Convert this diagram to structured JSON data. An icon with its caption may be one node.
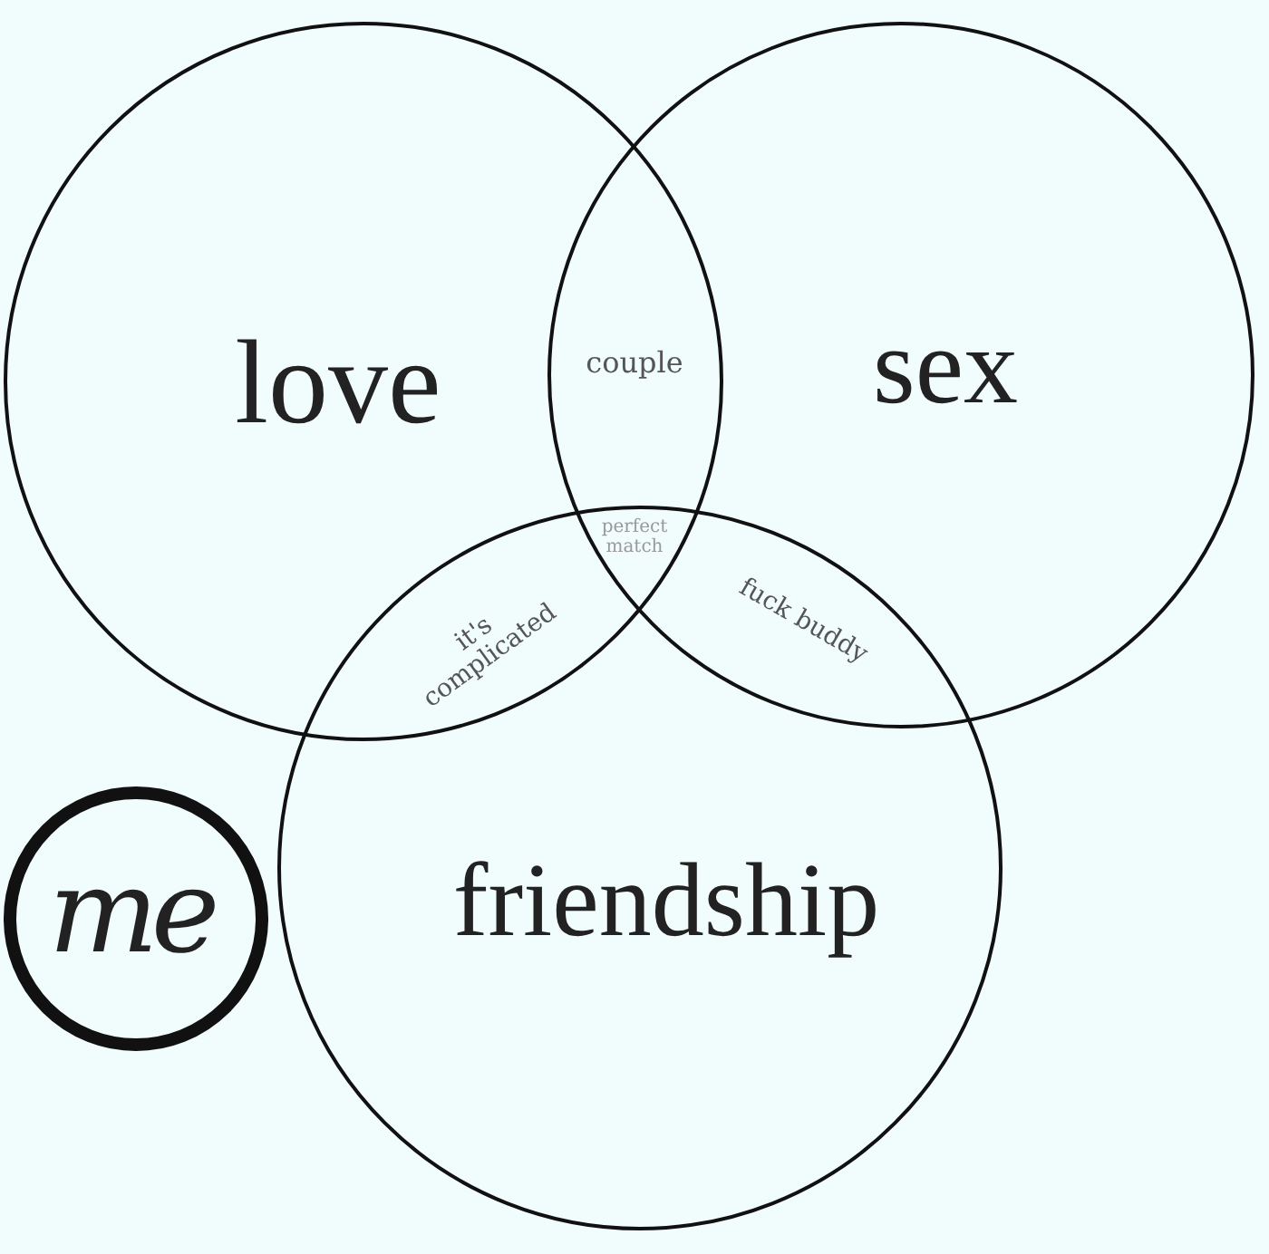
{
  "diagram": {
    "nodes": [
      {
        "text": [
          "love"
        ]
      },
      {
        "text": [
          "sex"
        ]
      },
      {
        "text": [
          "friendship"
        ]
      },
      {
        "text": [
          "me"
        ]
      }
    ],
    "labels": [
      "couple",
      "perfect match",
      "it's complicated",
      "fuck buddy"
    ]
  }
}
